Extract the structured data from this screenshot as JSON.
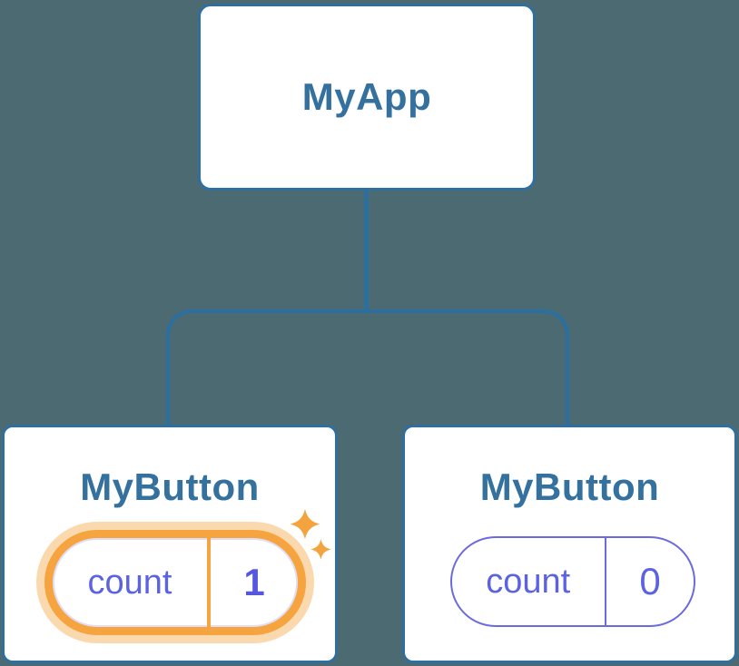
{
  "diagram": {
    "title_hint": "react-component-tree-state-diagram",
    "background_color": "#4C6A72",
    "node_border_color": "#2F6F9F",
    "connector_color": "#2B6FA1",
    "label_color": "#35719F",
    "state_text_color": "#5C63E2",
    "highlight_color": "#F5A43F",
    "highlight_glow_color": "#FBDBAC",
    "root": {
      "label": "MyApp"
    },
    "children": [
      {
        "label": "MyButton",
        "state": {
          "name": "count",
          "value": "1",
          "highlighted": true
        }
      },
      {
        "label": "MyButton",
        "state": {
          "name": "count",
          "value": "0",
          "highlighted": false
        }
      }
    ]
  }
}
